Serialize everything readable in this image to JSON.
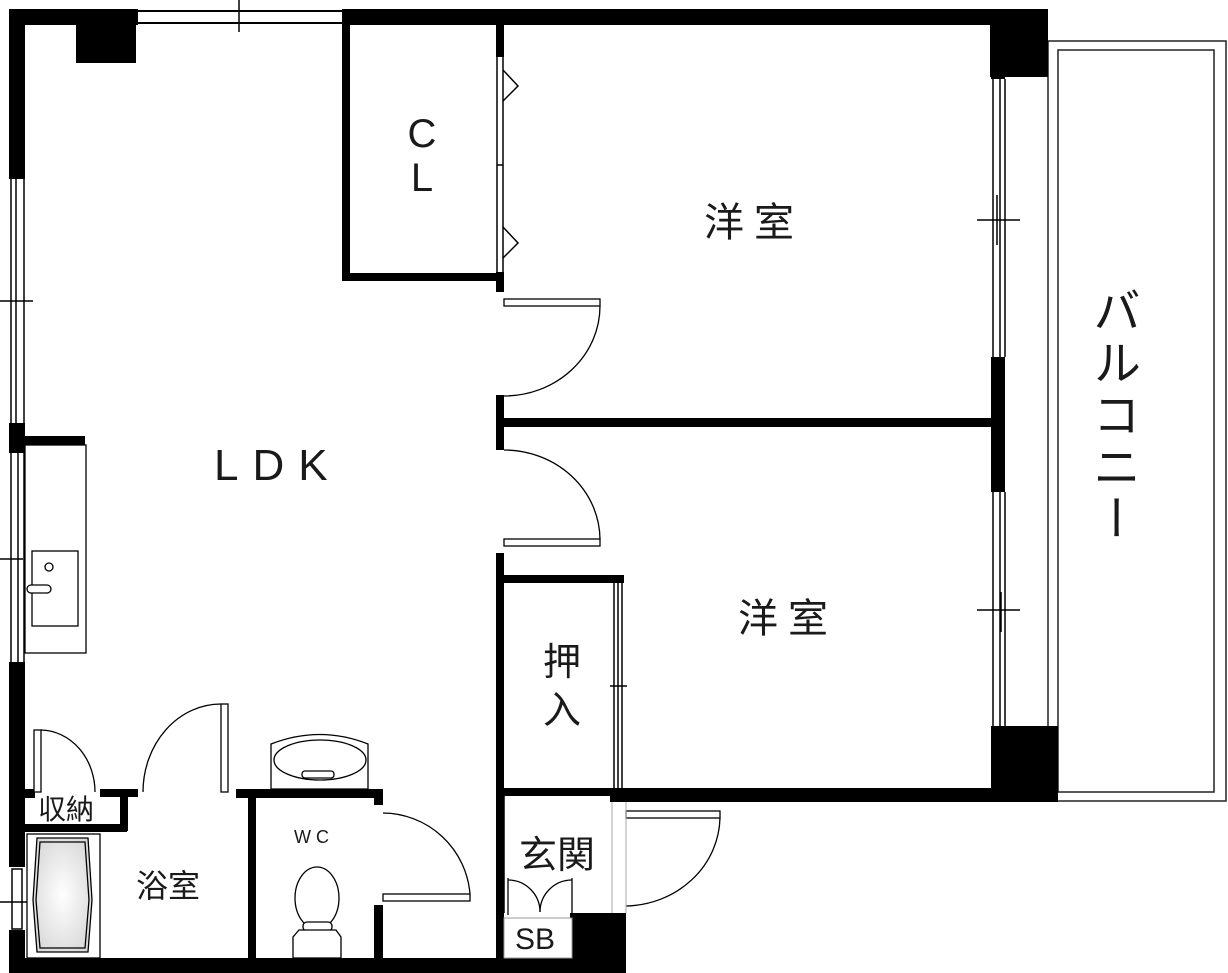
{
  "floor_plan": {
    "type": "apartment-floor-plan",
    "layout": "2LDK",
    "rooms": [
      {
        "id": "ldk",
        "label": "LDK"
      },
      {
        "id": "closet",
        "label_line1": "C",
        "label_line2": "L"
      },
      {
        "id": "western_room_1",
        "label": "洋室"
      },
      {
        "id": "western_room_2",
        "label": "洋室"
      },
      {
        "id": "balcony",
        "label": "バルコニー"
      },
      {
        "id": "oshiire",
        "label_line1": "押",
        "label_line2": "入"
      },
      {
        "id": "entrance",
        "label": "玄関"
      },
      {
        "id": "shoe_box",
        "label": "SB"
      },
      {
        "id": "storage",
        "label": "収納"
      },
      {
        "id": "bathroom",
        "label": "浴室"
      },
      {
        "id": "toilet",
        "label": "WC"
      }
    ],
    "colors": {
      "wall": "#000000",
      "background": "#ffffff",
      "text": "#1a1a1a",
      "tub_fill": "#e8e8e8"
    }
  }
}
